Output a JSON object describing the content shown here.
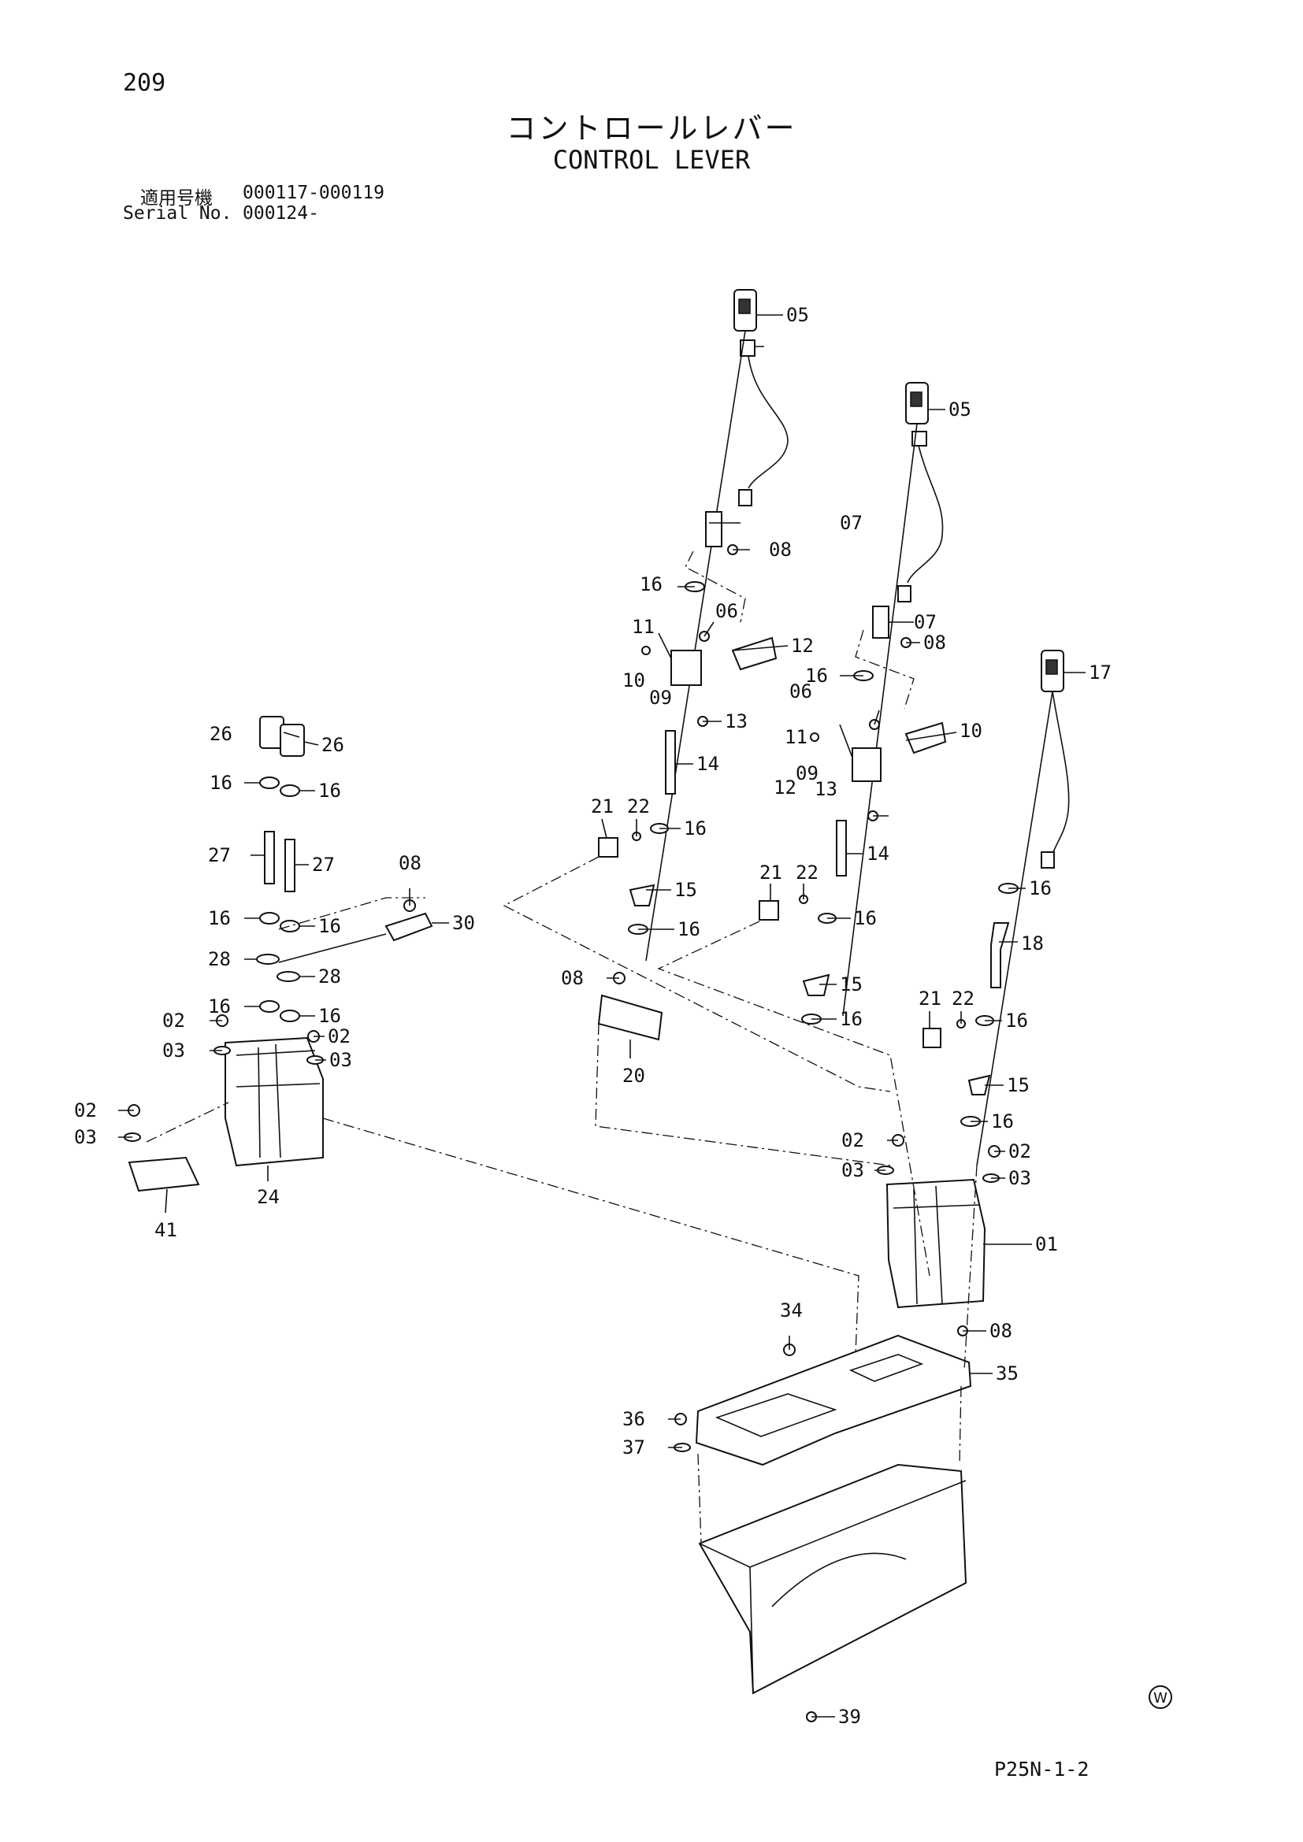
{
  "page_number": "209",
  "title_ja": "コントロールレバー",
  "title_en": "CONTROL LEVER",
  "serial": {
    "ja_label": "適用号機",
    "ja_value": "000117-000119",
    "en_label": "Serial No.",
    "en_value": "000124-"
  },
  "drawing_code": "P25N-1-2",
  "watermark": "W",
  "callouts": [
    "05",
    "05",
    "07",
    "08",
    "07",
    "08",
    "16",
    "06",
    "11",
    "12",
    "10",
    "09",
    "13",
    "16",
    "06",
    "11",
    "12",
    "10",
    "09",
    "13",
    "17",
    "14",
    "21",
    "22",
    "16",
    "14",
    "15",
    "16",
    "21",
    "22",
    "16",
    "15",
    "16",
    "16",
    "18",
    "21",
    "22",
    "16",
    "15",
    "16",
    "26",
    "26",
    "16",
    "16",
    "27",
    "27",
    "08",
    "16",
    "16",
    "30",
    "28",
    "28",
    "16",
    "16",
    "02",
    "02",
    "03",
    "03",
    "02",
    "03",
    "41",
    "24",
    "08",
    "20",
    "02",
    "02",
    "03",
    "03",
    "01",
    "34",
    "08",
    "35",
    "36",
    "37",
    "39"
  ]
}
